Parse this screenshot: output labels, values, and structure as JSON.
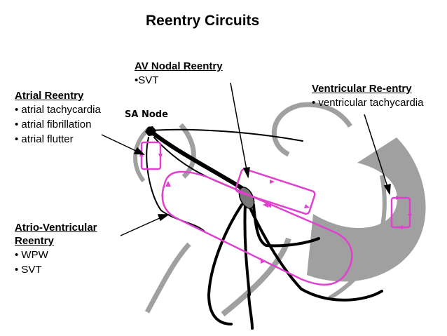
{
  "title": "Reentry Circuits",
  "sa_node_label": "SA Node",
  "labels": {
    "av_nodal": {
      "heading": "AV Nodal Reentry",
      "items": [
        "•SVT"
      ]
    },
    "atrial": {
      "heading": "Atrial Reentry",
      "items": [
        "• atrial tachycardia",
        "• atrial fibrillation",
        "• atrial flutter"
      ]
    },
    "ventricular": {
      "heading": "Ventricular Re-entry",
      "items": [
        "• ventricular tachycardia"
      ]
    },
    "atrio_ventricular": {
      "heading_lines": [
        "Atrio-Ventricular",
        "Reentry"
      ],
      "items": [
        "• WPW",
        "• SVT"
      ]
    }
  },
  "colors": {
    "circuit": "#e040d0",
    "muscle": "#a0a0a0",
    "conduction": "#000000"
  }
}
